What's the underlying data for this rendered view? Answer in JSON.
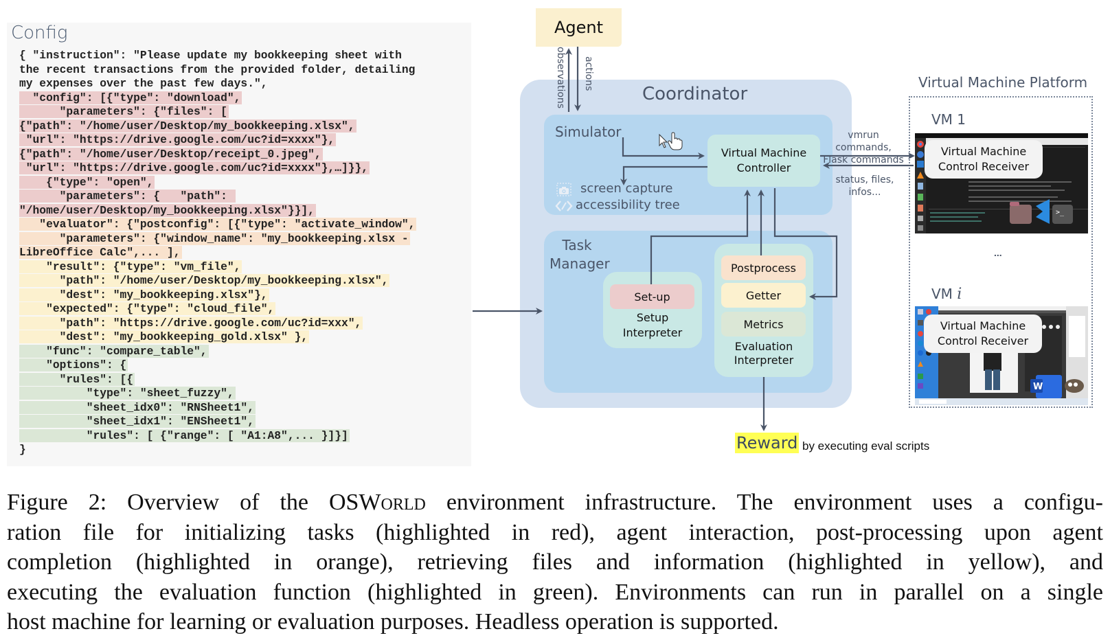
{
  "config": {
    "title": "Config",
    "lines": [
      {
        "text": "{ \"instruction\": \"Please update my bookkeeping sheet with",
        "highlight": "none"
      },
      {
        "text": "the recent transactions from the provided folder, detailing",
        "highlight": "none"
      },
      {
        "text": "my expenses over the past few days.\",",
        "highlight": "none"
      },
      {
        "text": "  \"config\": [{\"type\": \"download\",",
        "highlight": "red"
      },
      {
        "text": "      \"parameters\": {\"files\": [",
        "highlight": "red"
      },
      {
        "text": "{\"path\": \"/home/user/Desktop/my_bookkeeping.xlsx\",",
        "highlight": "red"
      },
      {
        "text": " \"url\": \"https://drive.google.com/uc?id=xxxx\"},",
        "highlight": "red"
      },
      {
        "text": "{\"path\": \"/home/user/Desktop/receipt_0.jpeg\",",
        "highlight": "red"
      },
      {
        "text": " \"url\": \"https://drive.google.com/uc?id=xxxx\"},…]}},",
        "highlight": "red"
      },
      {
        "text": "    {\"type\": \"open\",",
        "highlight": "red"
      },
      {
        "text": "      \"parameters\": {   \"path\": ",
        "highlight": "red"
      },
      {
        "text": "\"/home/user/Desktop/my_bookkeeping.xlsx\"}}],",
        "highlight": "red"
      },
      {
        "text": "   \"evaluator\": {\"postconfig\": [{\"type\": \"activate_window\",",
        "highlight": "orange"
      },
      {
        "text": "      \"parameters\": {\"window_name\": \"my_bookkeeping.xlsx -",
        "highlight": "orange"
      },
      {
        "text": "LibreOffice Calc\",... ],",
        "highlight": "orange"
      },
      {
        "text": "    \"result\": {\"type\": \"vm_file\",",
        "highlight": "yellow"
      },
      {
        "text": "      \"path\": \"/home/user/Desktop/my_bookkeeping.xlsx\",",
        "highlight": "yellow"
      },
      {
        "text": "      \"dest\": \"my_bookkeeping.xlsx\"},",
        "highlight": "yellow"
      },
      {
        "text": "    \"expected\": {\"type\": \"cloud_file\",",
        "highlight": "yellow"
      },
      {
        "text": "      \"path\": \"https://drive.google.com/uc?id=xxx\",",
        "highlight": "yellow"
      },
      {
        "text": "      \"dest\": \"my_bookkeeping_gold.xlsx\" },",
        "highlight": "yellow"
      },
      {
        "text": "    \"func\": \"compare_table\",",
        "highlight": "green"
      },
      {
        "text": "    \"options\": {",
        "highlight": "green"
      },
      {
        "text": "      \"rules\": [{",
        "highlight": "green"
      },
      {
        "text": "          \"type\": \"sheet_fuzzy\",",
        "highlight": "green"
      },
      {
        "text": "          \"sheet_idx0\": \"RNSheet1\",",
        "highlight": "green"
      },
      {
        "text": "          \"sheet_idx1\": \"ENSheet1\",",
        "highlight": "green"
      },
      {
        "text": "          \"rules\": [ {\"range\": [ \"A1:A8\",... }]}]",
        "highlight": "green"
      },
      {
        "text": "}",
        "highlight": "none"
      }
    ]
  },
  "highlight_colors": {
    "red": "#eccccc",
    "orange": "#f9e2cd",
    "yellow": "#fcf1cf",
    "green": "#dbe7d6"
  },
  "diagram": {
    "agent": "Agent",
    "observations": "observations",
    "actions": "actions",
    "coordinator": "Coordinator",
    "simulator": "Simulator",
    "vm_controller": [
      "Virtual Machine",
      "Controller"
    ],
    "screen_capture": "screen capture",
    "accessibility_tree": "accessibility tree",
    "task_manager": [
      "Task",
      "Manager"
    ],
    "setup_button": "Set-up",
    "setup_interpreter": [
      "Setup",
      "Interpreter"
    ],
    "postprocess": "Postprocess",
    "getter": "Getter",
    "metrics": "Metrics",
    "evaluation_interpreter": [
      "Evaluation",
      "Interpreter"
    ],
    "commands": [
      "vmrun commands,",
      "Flask commands"
    ],
    "status": "status, files, infos...",
    "vm_platform": "Virtual Machine Platform",
    "vm1": "VM 1",
    "vmi_prefix": "VM",
    "vmi_index": "i",
    "ellipsis": "...",
    "receiver": [
      "Virtual Machine",
      "Control Receiver"
    ],
    "reward": "Reward",
    "reward_desc": "by executing eval scripts"
  },
  "caption": {
    "lines": [
      [
        "Figure 2: Overview of the OSW",
        "orld",
        " environment infrastructure. The environment uses a configu-"
      ],
      [
        "ration file for initializing tasks (highlighted in red), agent interaction, post-processing upon agent"
      ],
      [
        "completion (highlighted in orange), retrieving files and information (highlighted in yellow), and"
      ],
      [
        "executing the evaluation function (highlighted in green). Environments can run in parallel on a single"
      ],
      [
        "host machine for learning or evaluation purposes. Headless operation is supported."
      ]
    ]
  }
}
